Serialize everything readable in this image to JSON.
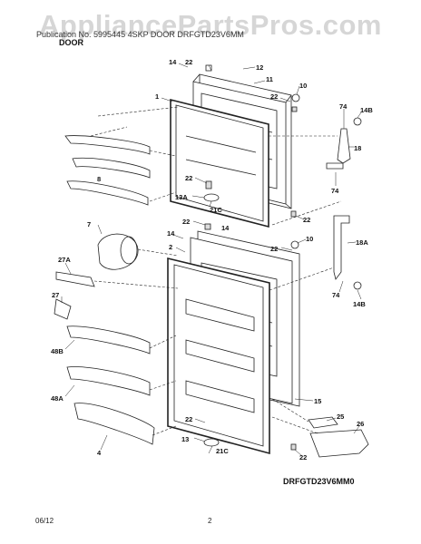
{
  "watermark": "AppliancePartsPros.com",
  "header": {
    "publication": "Publication No. 5995445 4SKP  DOOR  DRFGTD23V6MM",
    "section": "DOOR"
  },
  "figure_code": "DRFGTD23V6MM0",
  "footer": {
    "date": "06/12",
    "page": "2"
  },
  "callouts": {
    "c14_top": "14",
    "c22_top": "22",
    "c12": "12",
    "c1": "1",
    "c11": "11",
    "c10_top": "10",
    "c22_r1": "22",
    "c74_top": "74",
    "c14B_top": "14B",
    "c18": "18",
    "c8": "8",
    "c22_mid1": "22",
    "c74_mid": "74",
    "c13A": "13A",
    "c21C_top": "21C",
    "c22_r2": "22",
    "c22_mid2": "22",
    "c14_mid": "14",
    "c7": "7",
    "c14_lower": "14",
    "c2": "2",
    "c10_bot": "10",
    "c22_r3": "22",
    "c18A": "18A",
    "c27A": "27A",
    "c27": "27",
    "c74_bot": "74",
    "c14B_bot": "14B",
    "c48B": "48B",
    "c48A": "48A",
    "c15": "15",
    "c25": "25",
    "c26": "26",
    "c4": "4",
    "c22_bot1": "22",
    "c13": "13",
    "c21C_bot": "21C",
    "c22_bot2": "22"
  }
}
